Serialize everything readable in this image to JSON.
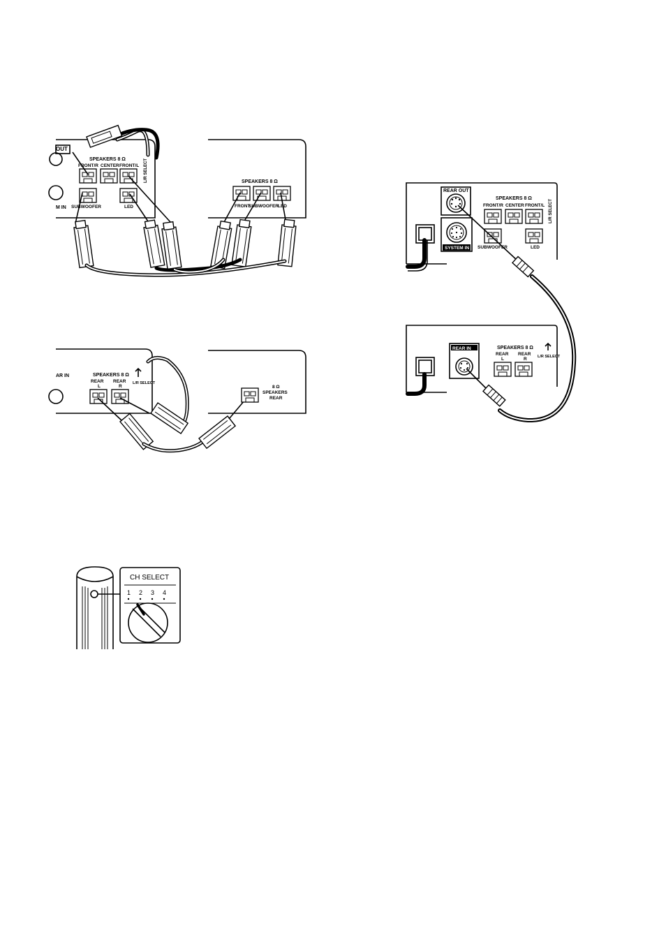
{
  "diagram1": {
    "speakers_label": "SPEAKERS 8 Ω",
    "front_r": "FRONT/R",
    "center": "CENTER",
    "front_l": "FRONT/L",
    "lr_select": "L/R SELECT",
    "subwoofer": "SUBWOOFER",
    "led": "LED",
    "out_partial": "OUT",
    "in_partial": "M IN",
    "speakers2_label": "SPEAKERS 8 Ω",
    "front2": "FRONT",
    "subwoofer2": "SUBWOOFER",
    "led2": "LED"
  },
  "diagram2": {
    "rear_in_partial": "AR IN",
    "speakers_label": "SPEAKERS 8 Ω",
    "rear_l_top": "REAR",
    "rear_l_bottom": "L",
    "rear_r_top": "REAR",
    "rear_r_bottom": "R",
    "lr_select": "L/R SELECT",
    "ohm": "8 Ω",
    "speakers": "SPEAKERS",
    "rear": "REAR"
  },
  "diagram3": {
    "rear_out": "REAR OUT",
    "speakers_label": "SPEAKERS 8 Ω",
    "front_r": "FRONT/R",
    "center": "CENTER",
    "front_l": "FRONT/L",
    "lr_select": "L/R SELECT",
    "system_in": "SYSTEM IN",
    "subwoofer": "SUBWOOFER",
    "led": "LED",
    "rear_in": "REAR IN",
    "speakers2_label": "SPEAKERS 8 Ω",
    "rear_l_top": "REAR",
    "rear_l_bottom": "L",
    "rear_r_top": "REAR",
    "rear_r_bottom": "R",
    "lr_select2": "L/R SELECT"
  },
  "diagram4": {
    "ch_select": "CH SELECT",
    "ch1": "1",
    "ch2": "2",
    "ch3": "3",
    "ch4": "4"
  }
}
